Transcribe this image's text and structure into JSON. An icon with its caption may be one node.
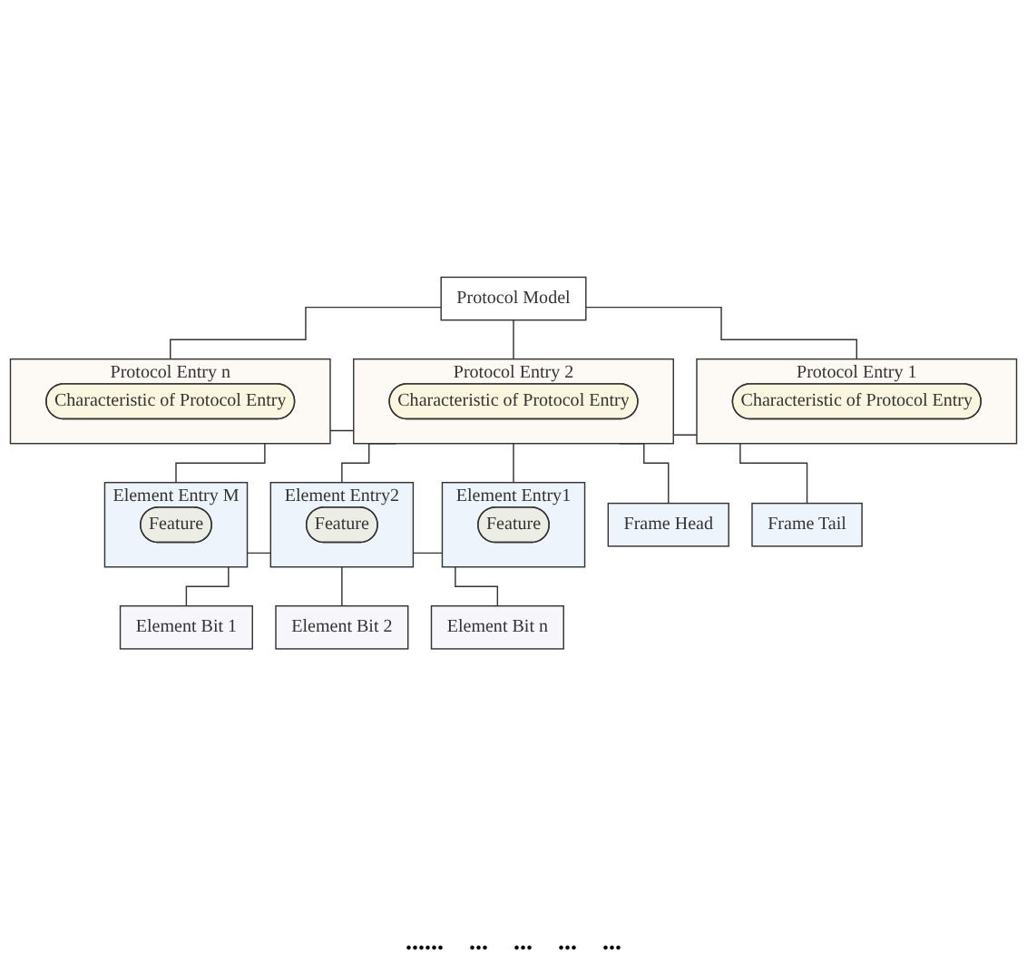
{
  "diagram": {
    "nodes": [
      {
        "text": [
          "Protocol Model"
        ]
      },
      {
        "text": [
          "Protocol Entry 1"
        ]
      },
      {
        "text": [
          "Characteristic of Protocol Entry"
        ],
        "in": 1
      },
      {
        "text": [
          "Protocol Entry 2"
        ]
      },
      {
        "text": [
          "Characteristic of Protocol Entry"
        ],
        "in": 3
      },
      {
        "text": [
          "Protocol Entry n"
        ]
      },
      {
        "text": [
          "Characteristic of Protocol Entry"
        ],
        "in": 5
      },
      {
        "text": [
          "Frame Head"
        ]
      },
      {
        "text": [
          "Element Entry1"
        ]
      },
      {
        "text": [
          "Feature"
        ],
        "in": 8
      },
      {
        "text": [
          "Element Entry2"
        ]
      },
      {
        "text": [
          "Feature"
        ],
        "in": 10
      },
      {
        "text": [
          "Element Entry M"
        ]
      },
      {
        "text": [
          "Feature"
        ],
        "in": 12
      },
      {
        "text": [
          "Frame Tail"
        ]
      },
      {
        "text": [
          "Element Bit 1"
        ]
      },
      {
        "text": [
          "Element Bit 2"
        ]
      },
      {
        "text": [
          "Element Bit n"
        ]
      }
    ],
    "edges": [
      {
        "from": 0,
        "to": 1,
        "arrow": "none"
      },
      {
        "from": 0,
        "to": 3,
        "arrow": "none"
      },
      {
        "from": 0,
        "to": 5,
        "arrow": "none"
      },
      {
        "from": 3,
        "to": 7,
        "arrow": "none"
      },
      {
        "from": 3,
        "to": 8,
        "arrow": "none"
      },
      {
        "from": 3,
        "to": 10,
        "arrow": "none"
      },
      {
        "from": 3,
        "to": 12,
        "arrow": "none"
      },
      {
        "from": 3,
        "to": 14,
        "arrow": "none"
      },
      {
        "from": 10,
        "to": 15,
        "arrow": "none"
      },
      {
        "from": 10,
        "to": 16,
        "arrow": "none"
      },
      {
        "from": 10,
        "to": 17,
        "arrow": "none"
      }
    ],
    "labels": [
      "......",
      "...",
      "...",
      "...",
      "..."
    ]
  }
}
